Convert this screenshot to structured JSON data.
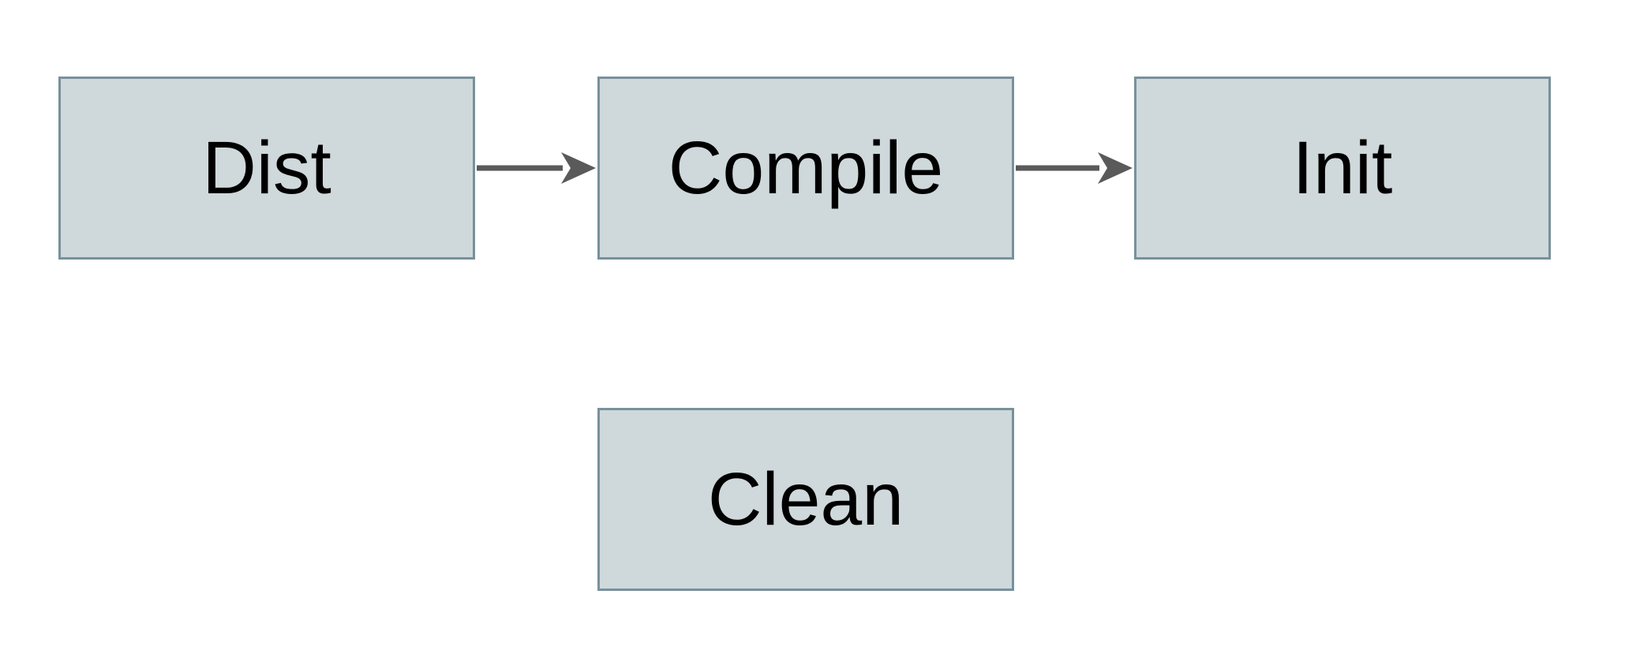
{
  "diagram": {
    "type": "flowchart",
    "colors": {
      "background": "#ffffff",
      "node_fill": "#cfd8da",
      "node_border": "#78919c",
      "arrow": "#5a5a5a",
      "text": "#000000"
    },
    "nodes": [
      {
        "id": "dist",
        "label": "Dist"
      },
      {
        "id": "compile",
        "label": "Compile"
      },
      {
        "id": "init",
        "label": "Init"
      },
      {
        "id": "clean",
        "label": "Clean"
      }
    ],
    "edges": [
      {
        "from": "Dist",
        "to": "Compile",
        "style": "arrow-right"
      },
      {
        "from": "Compile",
        "to": "Init",
        "style": "arrow-right"
      }
    ]
  }
}
